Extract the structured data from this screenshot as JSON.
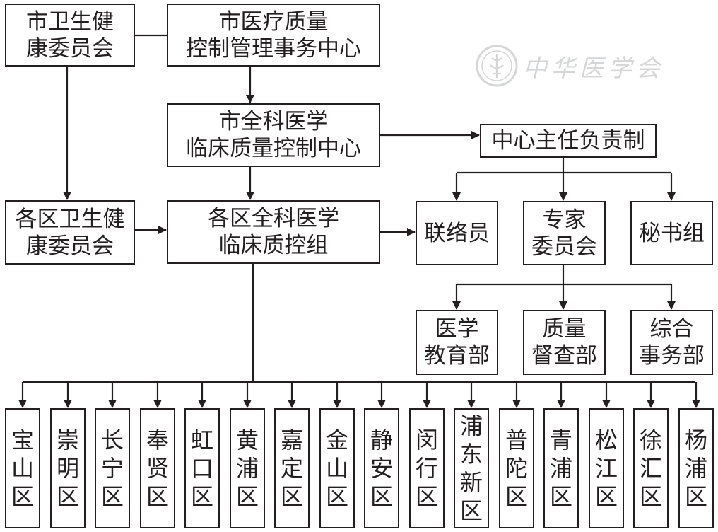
{
  "nodes": {
    "city_health_commission": [
      "市卫生健",
      "康委员会"
    ],
    "city_quality_center": [
      "市医疗质量",
      "控制管理事务中心"
    ],
    "city_gp_center": [
      "市全科医学",
      "临床质量控制中心"
    ],
    "director_responsibility": [
      "中心主任负责制"
    ],
    "district_health_commission": [
      "各区卫生健",
      "康委员会"
    ],
    "district_gp_group": [
      "各区全科医学",
      "临床质控组"
    ],
    "liaison": [
      "联络员"
    ],
    "expert_committee": [
      "专家",
      "委员会"
    ],
    "secretariat": [
      "秘书组"
    ],
    "medical_education": [
      "医学",
      "教育部"
    ],
    "quality_supervision": [
      "质量",
      "督查部"
    ],
    "general_affairs": [
      "综合",
      "事务部"
    ]
  },
  "districts": [
    [
      "宝",
      "山",
      "区"
    ],
    [
      "崇",
      "明",
      "区"
    ],
    [
      "长",
      "宁",
      "区"
    ],
    [
      "奉",
      "贤",
      "区"
    ],
    [
      "虹",
      "口",
      "区"
    ],
    [
      "黄",
      "浦",
      "区"
    ],
    [
      "嘉",
      "定",
      "区"
    ],
    [
      "金",
      "山",
      "区"
    ],
    [
      "静",
      "安",
      "区"
    ],
    [
      "闵",
      "行",
      "区"
    ],
    [
      "浦",
      "东",
      "新",
      "区"
    ],
    [
      "普",
      "陀",
      "区"
    ],
    [
      "青",
      "浦",
      "区"
    ],
    [
      "松",
      "江",
      "区"
    ],
    [
      "徐",
      "汇",
      "区"
    ],
    [
      "杨",
      "浦",
      "区"
    ]
  ],
  "watermark": {
    "text": "中华医学会",
    "icon": "chinese-medical-association-seal-icon"
  },
  "colors": {
    "line": "#231f20",
    "background": "#ffffff",
    "watermark": "#6d6e71"
  }
}
